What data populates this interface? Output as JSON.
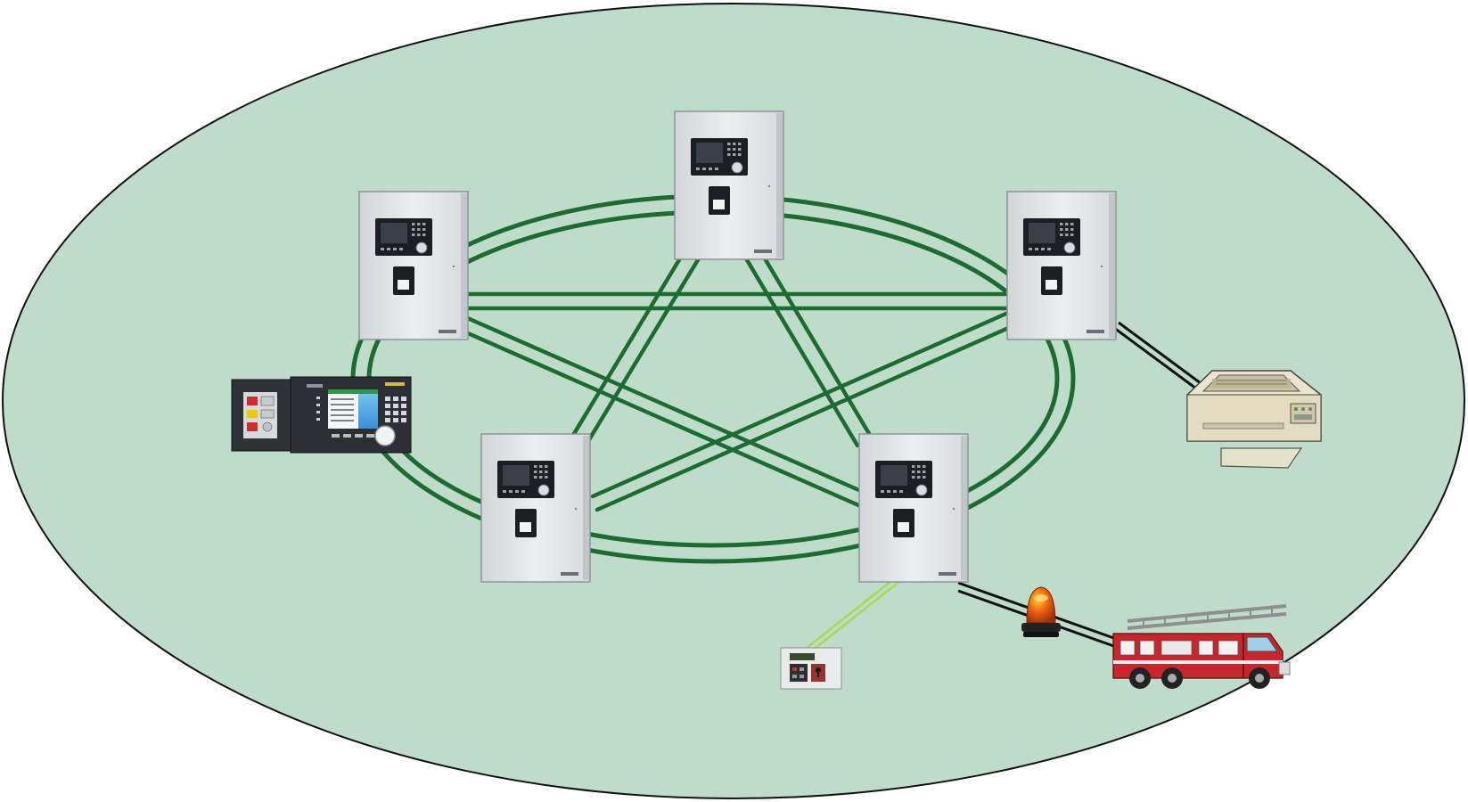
{
  "diagram": {
    "colors": {
      "background": "#bfdccb",
      "boundary": "#111111",
      "network_link": "#1d6a32",
      "serial_link": "#a6dc55",
      "output_link": "#111111",
      "panel_body": "#e4e5e7",
      "panel_display": "#1b1e22",
      "beacon": "#e0550c",
      "fire_truck": "#c8262d",
      "printer": "#ebe5cf"
    },
    "nodes": [
      {
        "id": "panel-top",
        "kind": "fire-alarm-control-panel"
      },
      {
        "id": "panel-upper-left",
        "kind": "fire-alarm-control-panel"
      },
      {
        "id": "panel-upper-right",
        "kind": "fire-alarm-control-panel"
      },
      {
        "id": "panel-lower-left",
        "kind": "fire-alarm-control-panel"
      },
      {
        "id": "panel-lower-right",
        "kind": "fire-alarm-control-panel"
      },
      {
        "id": "operator-terminal",
        "kind": "operator-terminal"
      },
      {
        "id": "printer",
        "kind": "printer"
      },
      {
        "id": "remote-display",
        "kind": "remote-display-unit"
      },
      {
        "id": "beacon",
        "kind": "rotating-beacon"
      },
      {
        "id": "fire-truck",
        "kind": "fire-truck"
      }
    ],
    "connections": [
      {
        "from": "panel-upper-left",
        "to": "panel-upper-right",
        "type": "network"
      },
      {
        "from": "panel-upper-left",
        "to": "panel-lower-right",
        "type": "network"
      },
      {
        "from": "panel-top",
        "to": "panel-lower-left",
        "type": "network"
      },
      {
        "from": "panel-top",
        "to": "panel-lower-right",
        "type": "network"
      },
      {
        "from": "panel-upper-right",
        "to": "panel-lower-left",
        "type": "network"
      },
      {
        "from": "panel-upper-right",
        "to": "printer",
        "type": "output"
      },
      {
        "from": "panel-lower-right",
        "to": "remote-display",
        "type": "serial"
      },
      {
        "from": "panel-lower-right",
        "to": "fire-truck",
        "type": "output"
      }
    ],
    "icons": [
      "panel-icon",
      "terminal-icon",
      "printer-icon",
      "beacon-icon",
      "fire-truck-icon",
      "remote-display-icon"
    ]
  }
}
